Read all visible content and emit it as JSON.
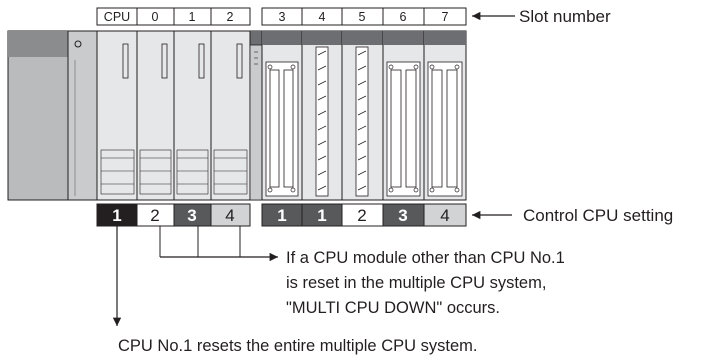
{
  "slot_numbers": [
    "CPU",
    "0",
    "1",
    "2",
    "3",
    "4",
    "5",
    "6",
    "7"
  ],
  "slot_caption": "Slot number",
  "control_cpu_caption": "Control CPU setting",
  "control_cpu_values": [
    {
      "value": "1",
      "style": "black"
    },
    {
      "value": "2",
      "style": "white"
    },
    {
      "value": "3",
      "style": "dark-gray"
    },
    {
      "value": "4",
      "style": "light-gray"
    },
    {
      "value": "1",
      "style": "dark-gray"
    },
    {
      "value": "1",
      "style": "dark-gray"
    },
    {
      "value": "2",
      "style": "white"
    },
    {
      "value": "3",
      "style": "dark-gray"
    },
    {
      "value": "4",
      "style": "light-gray"
    }
  ],
  "note_reset_other": [
    "If a CPU module other than CPU No.1",
    "is reset in the multiple CPU system,",
    "\"MULTI CPU DOWN\" occurs."
  ],
  "note_reset_cpu1": "CPU No.1 resets the entire multiple CPU system.",
  "colors": {
    "black": "#231f20",
    "dark_gray": "#58595b",
    "light_gray": "#d1d3d4",
    "module_body": "#e6e7e8",
    "power_supply": "#b9bbbd"
  }
}
